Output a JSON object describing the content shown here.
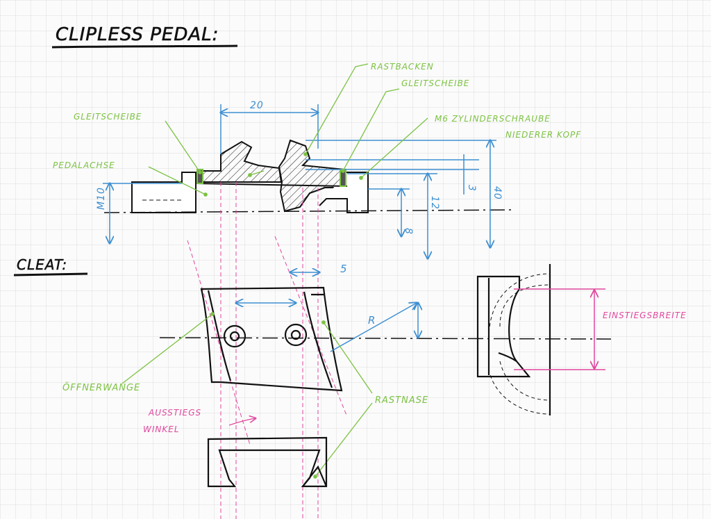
{
  "titles": {
    "main": "CLIPLESS PEDAL:",
    "cleat": "CLEAT:"
  },
  "labels": {
    "rastbacken": "RASTBACKEN",
    "gleitscheibe_right": "GLEITSCHEIBE",
    "gleitscheibe_left": "GLEITSCHEIBE",
    "schraube_line1": "M6 ZYLINDERSCHRAUBE",
    "schraube_line2": "NIEDERER KOPF",
    "pedalachse": "PEDALACHSE",
    "oeffnerwange": "ÖFFNERWANGE",
    "rastnase": "RASTNASE",
    "ausstiegswinkel_line1": "AUSSTIEGS",
    "ausstiegswinkel_line2": "WINKEL",
    "einstiegsbreite": "EINSTIEGSBREITE"
  },
  "dimensions": {
    "d20": "20",
    "d3": "3",
    "d12": "12",
    "d40": "40",
    "d8": "8",
    "m10": "M10",
    "d5": "5",
    "r": "R"
  },
  "colors": {
    "ink": "#111111",
    "label_green": "#7cc242",
    "dim_blue": "#3d8fd1",
    "pink": "#e0479e",
    "grid": "#dcdcdc",
    "paper": "#fbfbfb"
  }
}
